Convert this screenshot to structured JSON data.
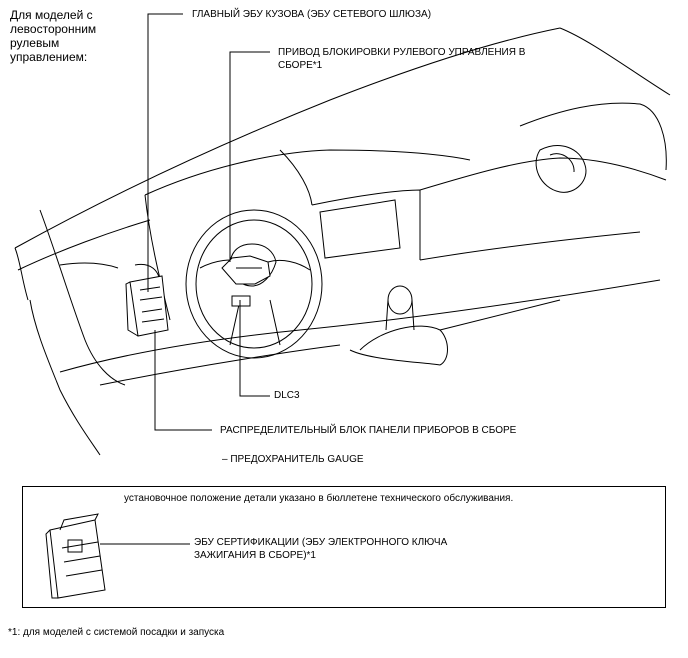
{
  "header_note": "Для моделей с левосторонним рулевым управлением:",
  "callouts": {
    "main_body_ecu": "ГЛАВНЫЙ ЭБУ КУЗОВА (ЭБУ СЕТЕВОГО ШЛЮЗА)",
    "steering_lock": "ПРИВОД БЛОКИРОВКИ РУЛЕВОГО УПРАВЛЕНИЯ В СБОРЕ*1",
    "dlc3": "DLC3",
    "junction_block": "РАСПРЕДЕЛИТЕЛЬНЫЙ БЛОК ПАНЕЛИ ПРИБОРОВ В СБОРЕ",
    "gauge_fuse": "– ПРЕДОХРАНИТЕЛЬ GAUGE"
  },
  "box": {
    "note": "установочное положение детали указано в бюллетене технического обслуживания.",
    "cert_ecu": "ЭБУ СЕРТИФИКАЦИИ (ЭБУ ЭЛЕКТРОННОГО КЛЮЧА ЗАЖИГАНИЯ В СБОРЕ)*1"
  },
  "footnote": "*1: для моделей с системой посадки и запуска"
}
